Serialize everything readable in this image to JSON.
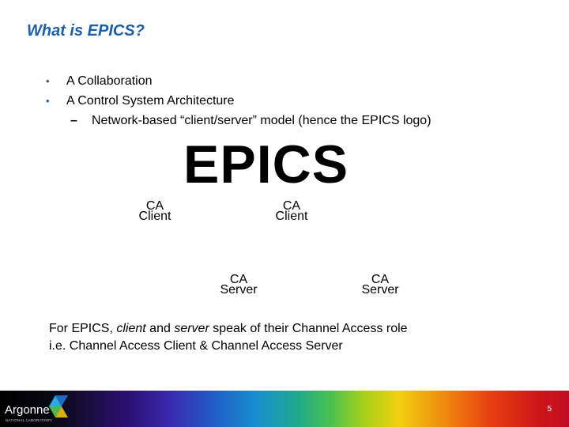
{
  "slide": {
    "title": "What is EPICS?",
    "bullets": [
      "A Collaboration",
      "A Control System Architecture"
    ],
    "sub_bullet": "Network-based “client/server” model (hence the EPICS logo)",
    "bullet_marker": "•",
    "sub_marker": "–"
  },
  "logo": {
    "word": "EPICS",
    "nodes": [
      {
        "line1": "CA",
        "line2": "Client"
      },
      {
        "line1": "CA",
        "line2": "Client"
      },
      {
        "line1": "CA",
        "line2": "Server"
      },
      {
        "line1": "CA",
        "line2": "Server"
      }
    ]
  },
  "description": {
    "line1_a": "For EPICS, ",
    "line1_b": "client",
    "line1_c": " and ",
    "line1_d": "server",
    "line1_e": " speak of their Channel Access role",
    "line2": "i.e. Channel Access Client & Channel Access Server"
  },
  "footer": {
    "brand": "Argonne",
    "brand_sub": "NATIONAL LABORATORY",
    "page_number": "5"
  },
  "colors": {
    "title": "#1a5fa8",
    "bullet": "#1a5fa8"
  }
}
